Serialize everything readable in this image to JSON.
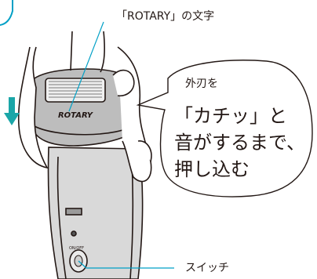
{
  "labels": {
    "rotary_text": "「ROTARY」の文字",
    "switch": "スイッチ",
    "logo": "ROTARY",
    "onoff": "ON/OFF"
  },
  "bubble": {
    "line1": "外刃を",
    "line2": "「カチッ」と",
    "line3": "音がするまで、",
    "line4": "押し込む"
  },
  "colors": {
    "leader": "#00a0c6",
    "arrow": "#1aa6a8",
    "outline": "#231815",
    "body_fill": "#d9d9d9",
    "head_fill": "#bdbdbd"
  },
  "icons": [
    "down-arrow-icon",
    "power-switch-icon"
  ]
}
